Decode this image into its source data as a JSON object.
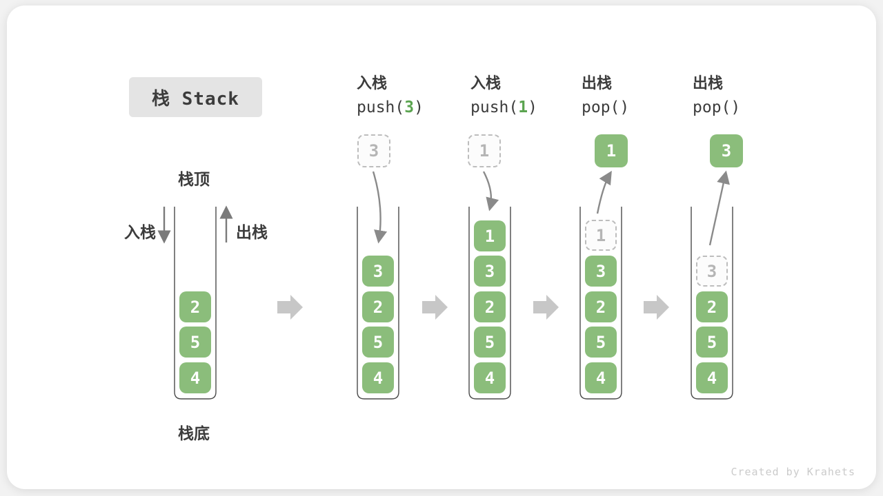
{
  "title": "栈 Stack",
  "stack_labels": {
    "top": "栈顶",
    "bottom": "栈底",
    "push_side": "入栈",
    "pop_side": "出栈"
  },
  "operations": [
    {
      "name": "入栈",
      "fn": "push(",
      "arg": "3",
      "close": ")"
    },
    {
      "name": "入栈",
      "fn": "push(",
      "arg": "1",
      "close": ")"
    },
    {
      "name": "出栈",
      "fn": "pop(",
      "arg": "",
      "close": ")"
    },
    {
      "name": "出栈",
      "fn": "pop(",
      "arg": "",
      "close": ")"
    }
  ],
  "floating_elements": [
    {
      "value": "3",
      "style": "ghost"
    },
    {
      "value": "1",
      "style": "ghost"
    },
    {
      "value": "1",
      "style": "solid"
    },
    {
      "value": "3",
      "style": "solid"
    }
  ],
  "stacks": [
    {
      "items": [
        {
          "value": "2"
        },
        {
          "value": "5"
        },
        {
          "value": "4"
        }
      ]
    },
    {
      "items": [
        {
          "value": "3"
        },
        {
          "value": "2"
        },
        {
          "value": "5"
        },
        {
          "value": "4"
        }
      ]
    },
    {
      "items": [
        {
          "value": "1"
        },
        {
          "value": "3"
        },
        {
          "value": "2"
        },
        {
          "value": "5"
        },
        {
          "value": "4"
        }
      ]
    },
    {
      "items": [
        {
          "value": "1",
          "style": "ghost"
        },
        {
          "value": "3"
        },
        {
          "value": "2"
        },
        {
          "value": "5"
        },
        {
          "value": "4"
        }
      ]
    },
    {
      "items": [
        {
          "value": "3",
          "style": "ghost"
        },
        {
          "value": "2"
        },
        {
          "value": "5"
        },
        {
          "value": "4"
        }
      ]
    }
  ],
  "footer": "Created by Krahets",
  "colors": {
    "box_green": "#8BBD7B",
    "arg_green": "#5BA450",
    "ghost_gray": "#B5B5B5",
    "flow_arrow_gray": "#C7C7C7",
    "curve_arrow_gray": "#8A8A8A",
    "container_stroke": "#4A4A4A",
    "title_bg": "#E4E4E4",
    "text_dark": "#3C3C3C"
  }
}
